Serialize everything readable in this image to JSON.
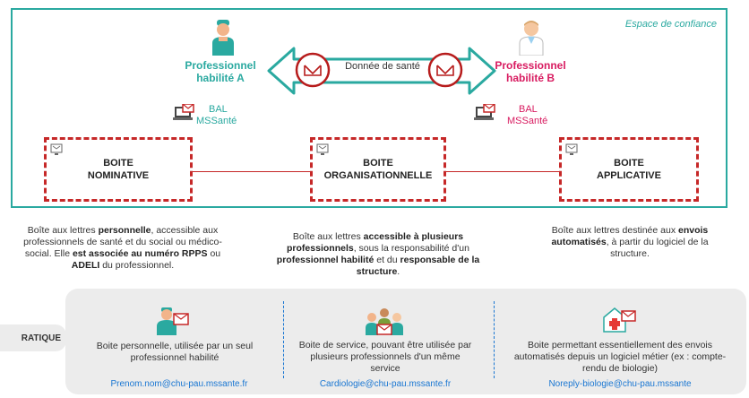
{
  "trust_zone_label": "Espace de confiance",
  "actor_a": {
    "line1": "Professionnel",
    "line2": "habilité A"
  },
  "actor_b": {
    "line1": "Professionnel",
    "line2": "habilité B"
  },
  "exchange_label": "Donnée de santé",
  "bal_left": {
    "line1": "BAL",
    "line2": "MSSanté"
  },
  "bal_right": {
    "line1": "BAL",
    "line2": "MSSanté"
  },
  "boxes": [
    {
      "line1": "BOITE",
      "line2": "NOMINATIVE"
    },
    {
      "line1": "BOITE",
      "line2": "ORGANISATIONNELLE"
    },
    {
      "line1": "BOITE",
      "line2": "APPLICATIVE"
    }
  ],
  "descriptions": {
    "nominative": {
      "p1": "Boîte aux lettres ",
      "b1": "personnelle",
      "p2": ", accessible aux professionnels de santé et du social ou médico-social. Elle ",
      "b2": "est associée au numéro RPPS",
      "p3": " ou ",
      "b3": "ADELI",
      "p4": " du professionnel."
    },
    "organisationnelle": {
      "p1": "Boîte aux lettres ",
      "b1": "accessible à plusieurs professionnels",
      "p2": ", sous la responsabilité d'un ",
      "b2": "professionnel habilité",
      "p3": " et du ",
      "b3": "responsable de la structure",
      "p4": "."
    },
    "applicative": {
      "p1": "Boîte aux lettres destinée aux ",
      "b1": "envois automatisés",
      "p2": ", à partir du logiciel de la structure."
    }
  },
  "side_tab_label": "RATIQUE",
  "examples": [
    {
      "text": "Boite personnelle, utilisée par un seul professionnel habilité",
      "email": "Prenom.nom@chu-pau.mssante.fr"
    },
    {
      "text": "Boite de service, pouvant être utilisée par plusieurs professionnels d'un même service",
      "email": "Cardiologie@chu-pau.mssante.fr"
    },
    {
      "text": "Boite permettant essentiellement des envois automatisés depuis un logiciel métier (ex : compte-rendu de biologie)",
      "email": "Noreply-biologie@chu-pau.mssante"
    }
  ],
  "colors": {
    "teal": "#2aa9a0",
    "pink": "#d81b60",
    "red": "#c62828",
    "blue": "#1976d2"
  },
  "icons": [
    "doctor-icon",
    "doctor-icon",
    "envelope-laptop-icon",
    "team-icon",
    "hospital-icon"
  ]
}
